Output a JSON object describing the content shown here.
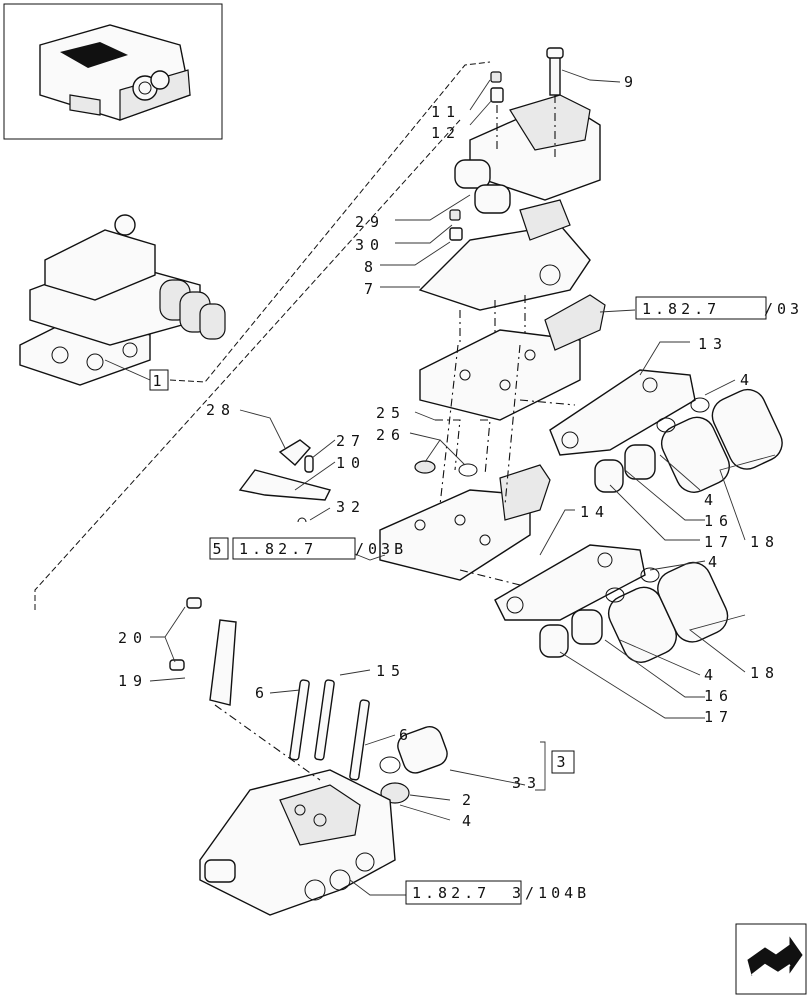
{
  "labels": {
    "l9": "9",
    "l11": "11",
    "l12": "12",
    "l29": "29",
    "l30": "30",
    "l8": "8",
    "l7": "7",
    "l13": "13",
    "l4a": "4",
    "l25": "25",
    "l26": "26",
    "l28": "28",
    "l27": "27",
    "l10": "10",
    "l32": "32",
    "l4b": "4",
    "l16a": "16",
    "l17a": "17",
    "l18a": "18",
    "l14": "14",
    "l4c": "4",
    "l20": "20",
    "l19": "19",
    "l15": "15",
    "l6a": "6",
    "l6b": "6",
    "l4d": "4",
    "l16b": "16",
    "l17b": "17",
    "l18b": "18",
    "l33": "33",
    "l2": "2",
    "l4e": "4"
  },
  "refs": {
    "callout_1": "1",
    "callout_3": "3",
    "ref_a_box": "1.82.7",
    "ref_a_suffix": "/03",
    "ref_b_prefix": "5",
    "ref_b_box": "1.82.7",
    "ref_b_suffix": "/03B",
    "ref_c_box": "1.82.7",
    "ref_c_suffix": "3/104B"
  },
  "icons": {
    "thumbnail": "assembly-thumbnail-icon",
    "nav": "next-page-arrow-icon"
  }
}
